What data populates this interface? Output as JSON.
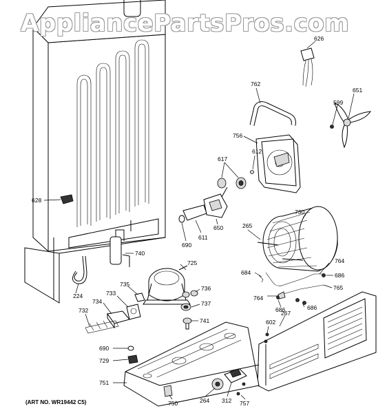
{
  "watermark": "AppliancePartsPros.com",
  "art_number": "(ART NO. WR19442 C5)",
  "part_labels": {
    "p626": "626",
    "p762": "762",
    "p651": "651",
    "p599": "599",
    "p756": "756",
    "p612": "612",
    "p617": "617",
    "p628": "628",
    "p650": "650",
    "p611": "611",
    "p690a": "690",
    "p740": "740",
    "p730": "730",
    "p265": "265",
    "p725": "725",
    "p764a": "764",
    "p684": "684",
    "p686a": "686",
    "p765": "765",
    "p764b": "764",
    "p686b": "686",
    "p686c": "686",
    "p735": "735",
    "p733": "733",
    "p736": "736",
    "p224": "224",
    "p734": "734",
    "p737": "737",
    "p732": "732",
    "p741": "741",
    "p267": "267",
    "p602": "602",
    "p690b": "690",
    "p729": "729",
    "p751": "751",
    "p750": "750",
    "p264": "264",
    "p312": "312",
    "p757": "757"
  }
}
